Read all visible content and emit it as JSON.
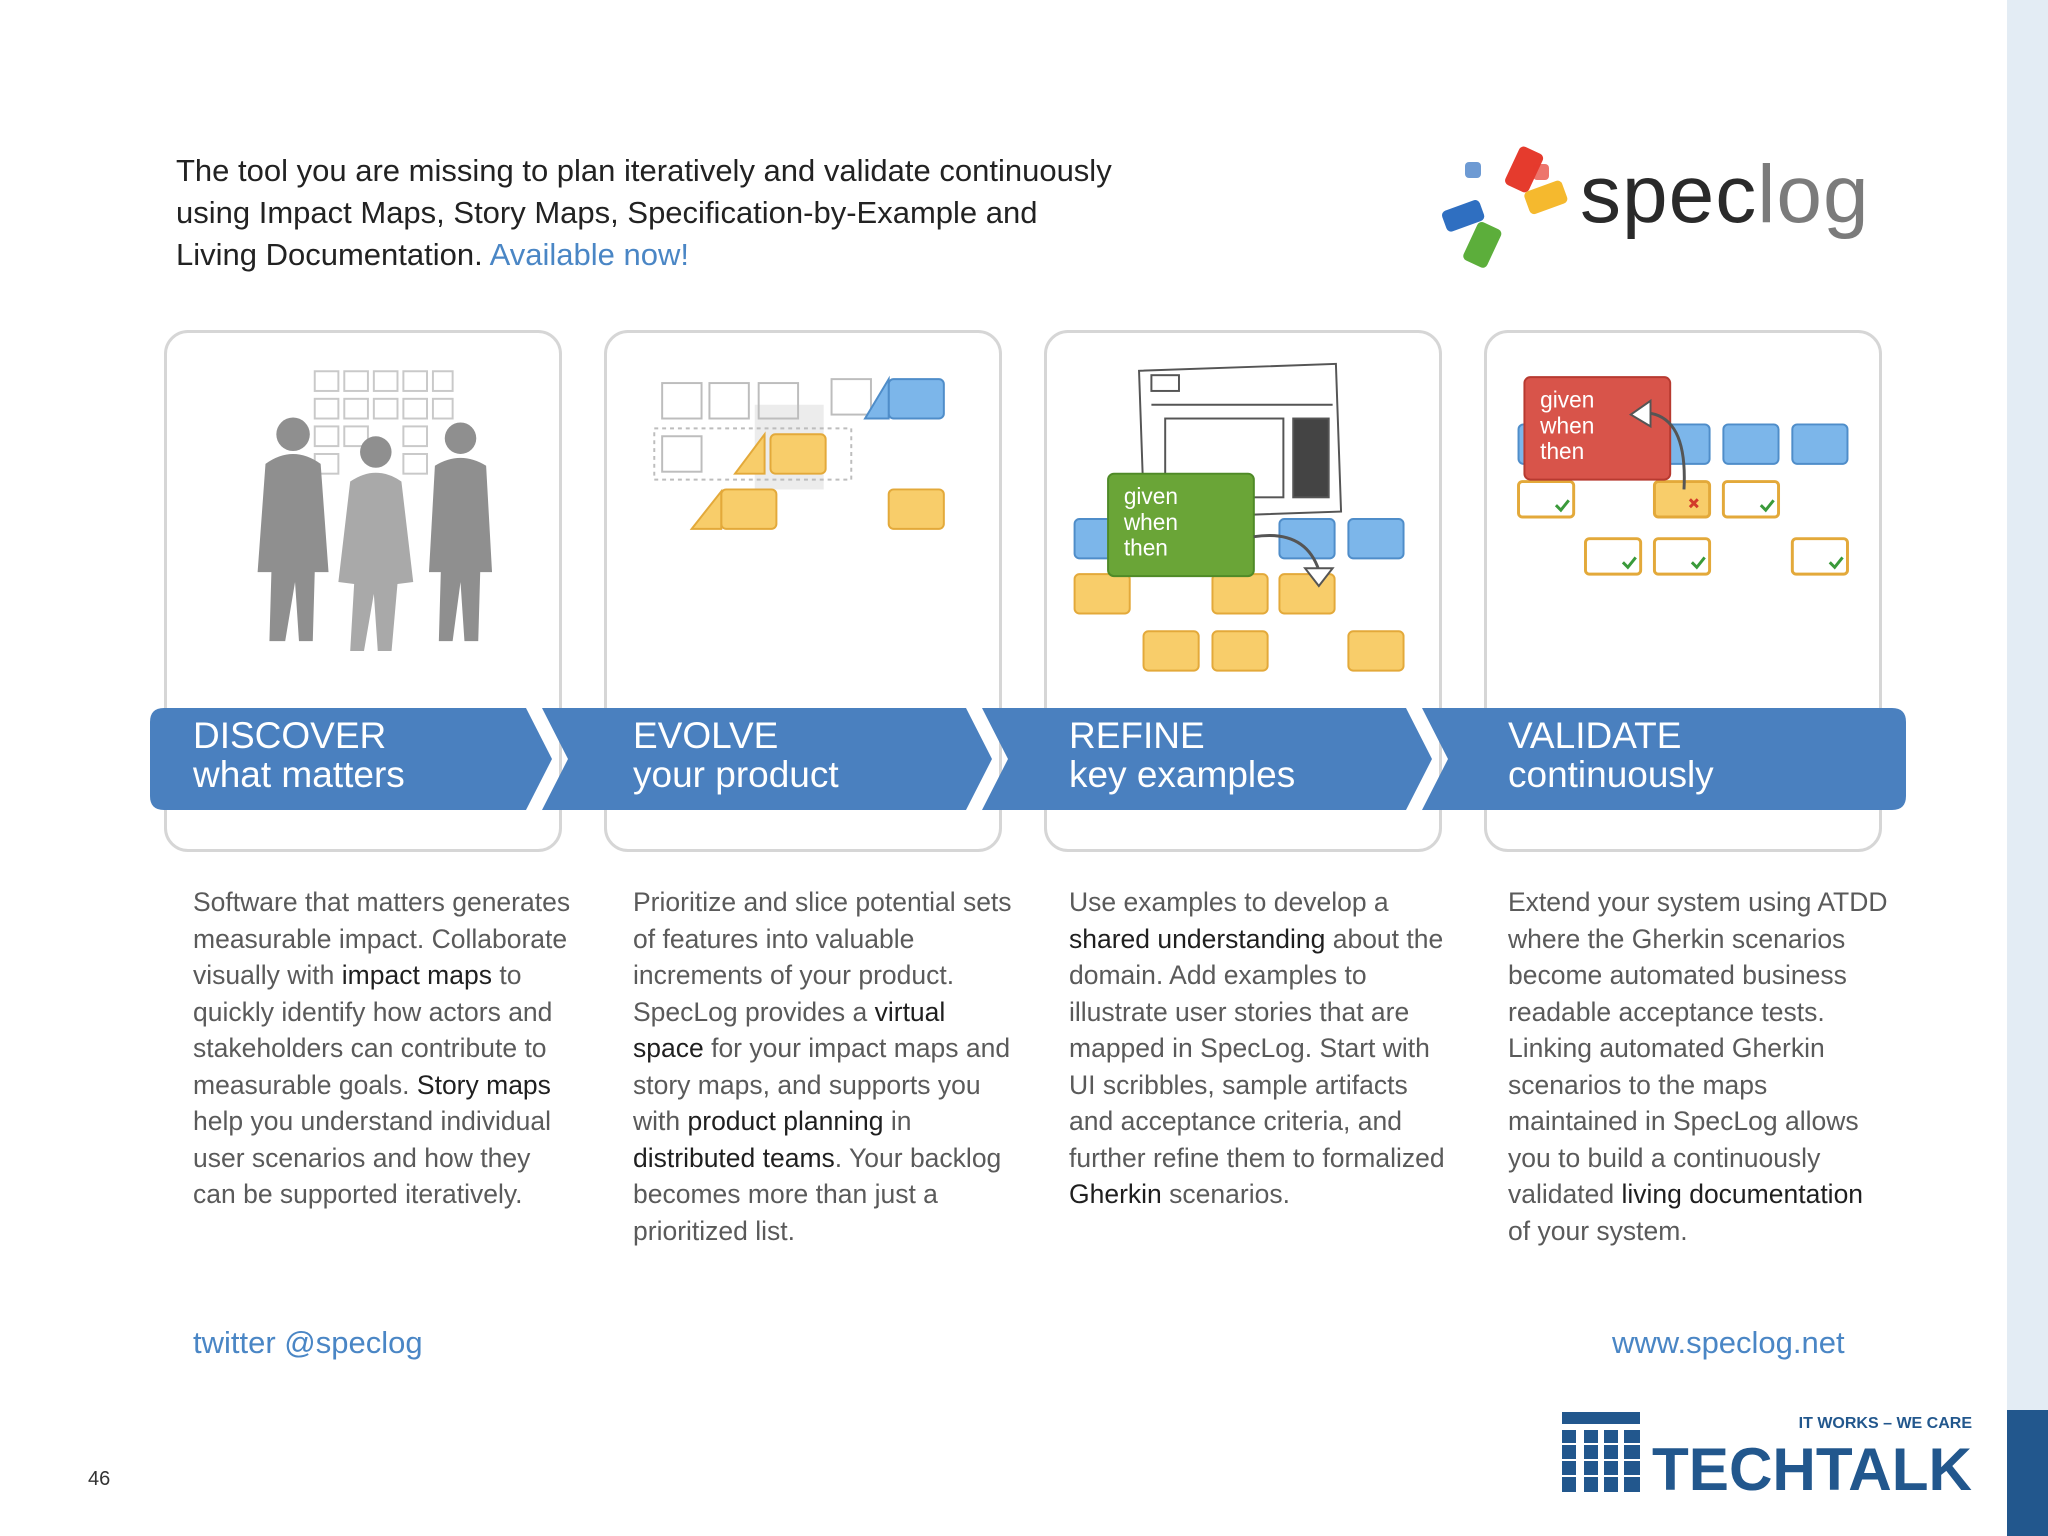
{
  "intro": {
    "line1": "The tool you are missing to plan iteratively and validate continuously",
    "line2": "using Impact Maps, Story Maps, Specification-by-Example and",
    "line3_text": "Living Documentation.",
    "line3_accent": "Available now!"
  },
  "logo": {
    "word_main": "spec",
    "word_light": "log",
    "colors": [
      "#2f6fc1",
      "#e53b2d",
      "#f5b92e",
      "#5cae3b"
    ]
  },
  "steps": [
    {
      "title": "DISCOVER",
      "subtitle": "what matters"
    },
    {
      "title": "EVOLVE",
      "subtitle": "your product"
    },
    {
      "title": "REFINE",
      "subtitle": "key examples"
    },
    {
      "title": "VALIDATE",
      "subtitle": "continuously"
    }
  ],
  "gwt": {
    "l1": "given",
    "l2": "when",
    "l3": "then"
  },
  "descriptions": [
    [
      {
        "t": "Software that matters generates measurable impact. Collaborate visually with ",
        "b": false
      },
      {
        "t": "impact maps",
        "b": true
      },
      {
        "t": " to quickly identify how actors and stakeholders can contribute to measurable goals. ",
        "b": false
      },
      {
        "t": "Story maps",
        "b": true
      },
      {
        "t": " help you understand individual user scenarios and how they can be supported iteratively.",
        "b": false
      }
    ],
    [
      {
        "t": "Prioritize and slice potential sets of features into valuable increments of your product. SpecLog provides a ",
        "b": false
      },
      {
        "t": "virtual space",
        "b": true
      },
      {
        "t": " for your impact maps and story maps, and supports you with ",
        "b": false
      },
      {
        "t": "product planning",
        "b": true
      },
      {
        "t": " in ",
        "b": false
      },
      {
        "t": "distributed teams",
        "b": true
      },
      {
        "t": ". Your backlog becomes more than just a prioritized list.",
        "b": false
      }
    ],
    [
      {
        "t": "Use examples to develop a ",
        "b": false
      },
      {
        "t": "shared understanding",
        "b": true
      },
      {
        "t": " about the domain. Add examples to illustrate user stories that are mapped in SpecLog. Start with UI scribbles, sample artifacts and acceptance criteria, and further refine them to formalized ",
        "b": false
      },
      {
        "t": "Gherkin",
        "b": true
      },
      {
        "t": " scenarios.",
        "b": false
      }
    ],
    [
      {
        "t": "Extend your system using ATDD where the Gherkin scenarios become automated business readable acceptance tests. Linking automated Gherkin scenarios to the maps maintained in SpecLog allows you to build a continuously validated ",
        "b": false
      },
      {
        "t": "living documentation",
        "b": true
      },
      {
        "t": " of your system.",
        "b": false
      }
    ]
  ],
  "links": {
    "twitter": "twitter @speclog",
    "website": "www.speclog.net"
  },
  "page_number": "46",
  "techtalk": {
    "tagline": "IT WORKS – WE CARE",
    "name": "TECHTALK"
  },
  "colors": {
    "band": "#4a80bf",
    "accent": "#4a86c5",
    "sticky_yellow": "#f8cd6a",
    "sticky_blue": "#7cb6ea",
    "gwt_green": "#6aa537",
    "gwt_red": "#d8544a"
  }
}
